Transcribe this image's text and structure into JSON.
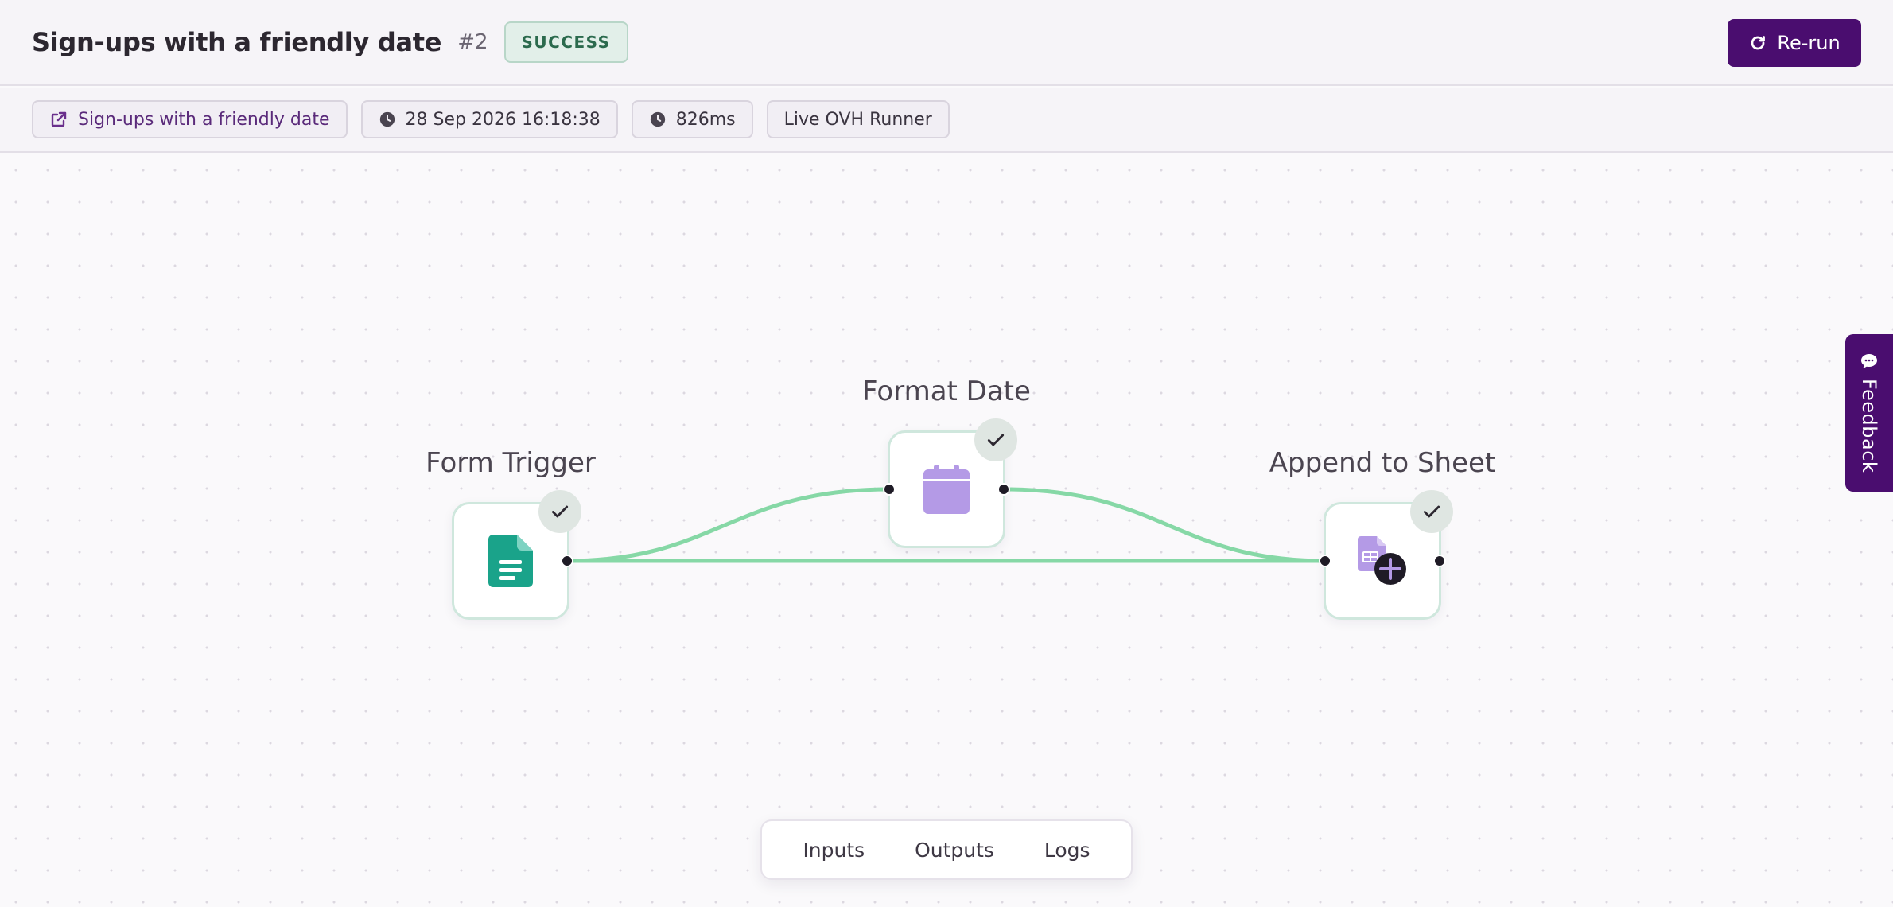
{
  "header": {
    "title": "Sign-ups with a friendly date",
    "run_number": "#2",
    "status": "SUCCESS",
    "rerun_label": "Re-run"
  },
  "subbar": {
    "workflow_link": "Sign-ups with a friendly date",
    "timestamp": "28 Sep 2026 16:18:38",
    "duration": "826ms",
    "runner": "Live OVH Runner"
  },
  "nodes": [
    {
      "id": "form-trigger",
      "label": "Form Trigger",
      "icon": "document-icon",
      "status": "success"
    },
    {
      "id": "format-date",
      "label": "Format Date",
      "icon": "calendar-icon",
      "status": "success"
    },
    {
      "id": "append-to-sheet",
      "label": "Append to Sheet",
      "icon": "sheet-add-icon",
      "status": "success"
    }
  ],
  "bottom_tabs": [
    "Inputs",
    "Outputs",
    "Logs"
  ],
  "feedback_label": "Feedback",
  "colors": {
    "accent": "#4a0d6f",
    "success_bg": "#e2efe9",
    "success_text": "#2b6a4d",
    "edge": "#86d8a6",
    "node_border": "#cfe7dd",
    "trigger_icon": "#1aa38a",
    "calendar_icon": "#b49ae6"
  }
}
